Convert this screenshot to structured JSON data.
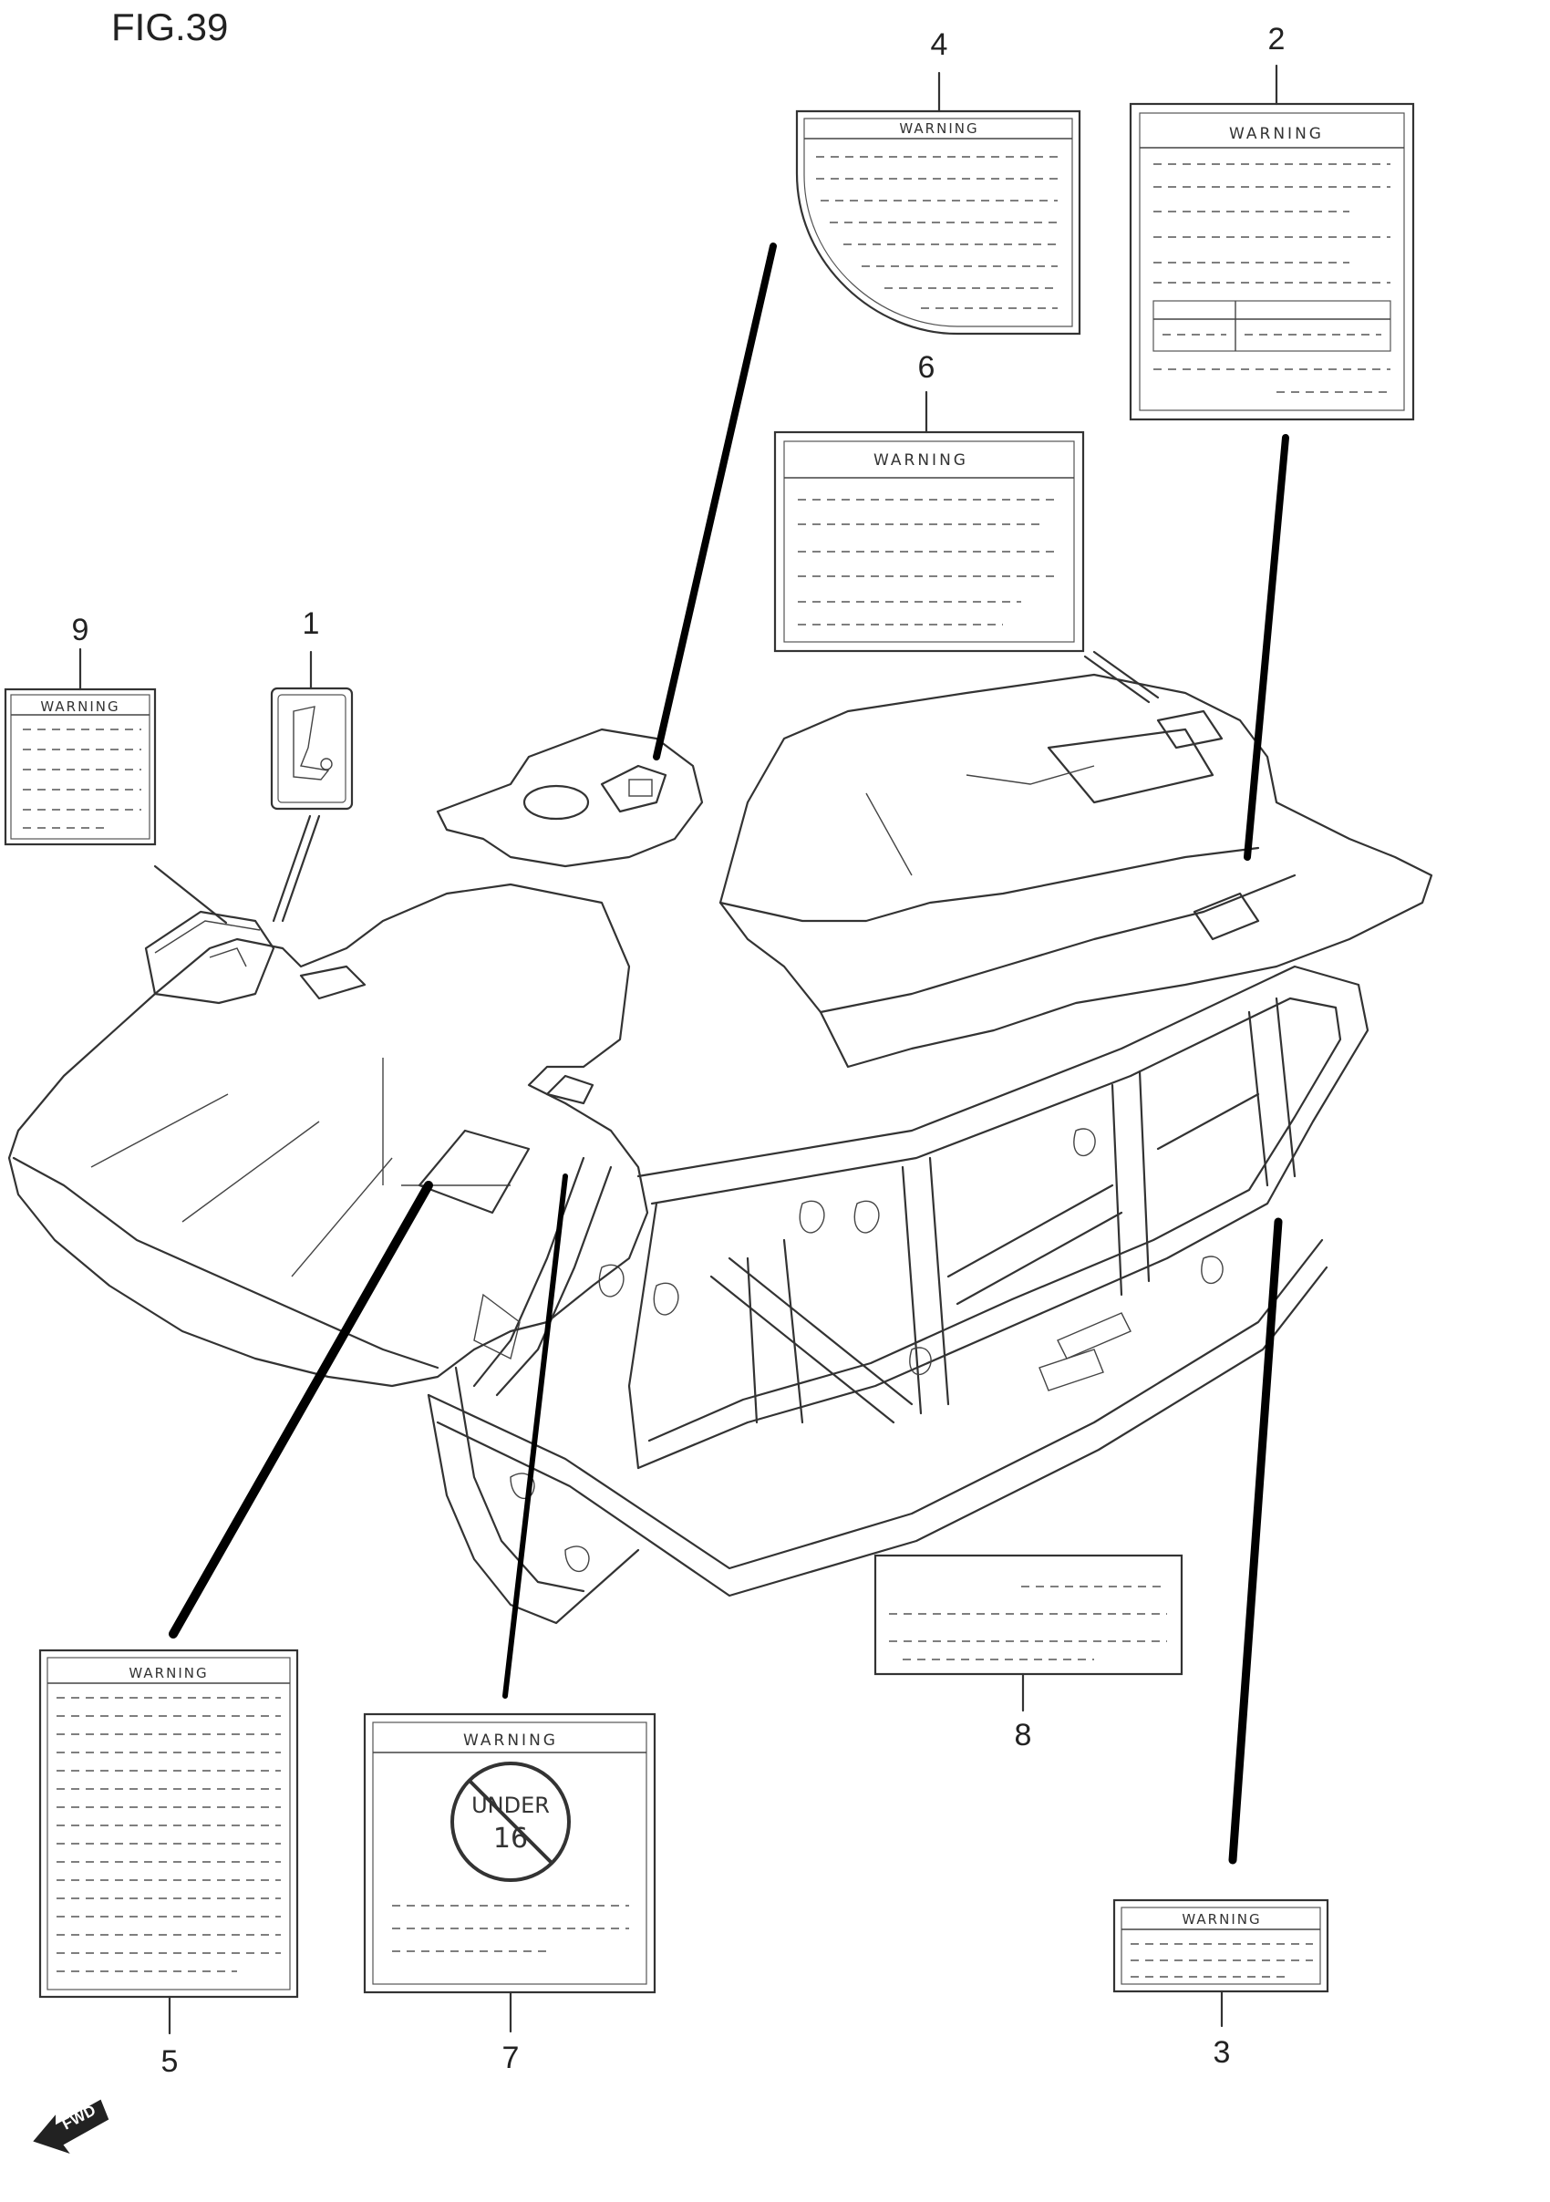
{
  "figure": {
    "title": "FIG.39"
  },
  "callouts": [
    {
      "id": "1",
      "label": "1"
    },
    {
      "id": "2",
      "label": "2"
    },
    {
      "id": "3",
      "label": "3"
    },
    {
      "id": "4",
      "label": "4"
    },
    {
      "id": "5",
      "label": "5"
    },
    {
      "id": "6",
      "label": "6"
    },
    {
      "id": "7",
      "label": "7"
    },
    {
      "id": "8",
      "label": "8"
    },
    {
      "id": "9",
      "label": "9"
    }
  ],
  "labels": {
    "warning_text": "WARNING",
    "age_sticker_text": "UNDER",
    "age_number": "16"
  },
  "direction_indicator": {
    "text": "FWD"
  }
}
